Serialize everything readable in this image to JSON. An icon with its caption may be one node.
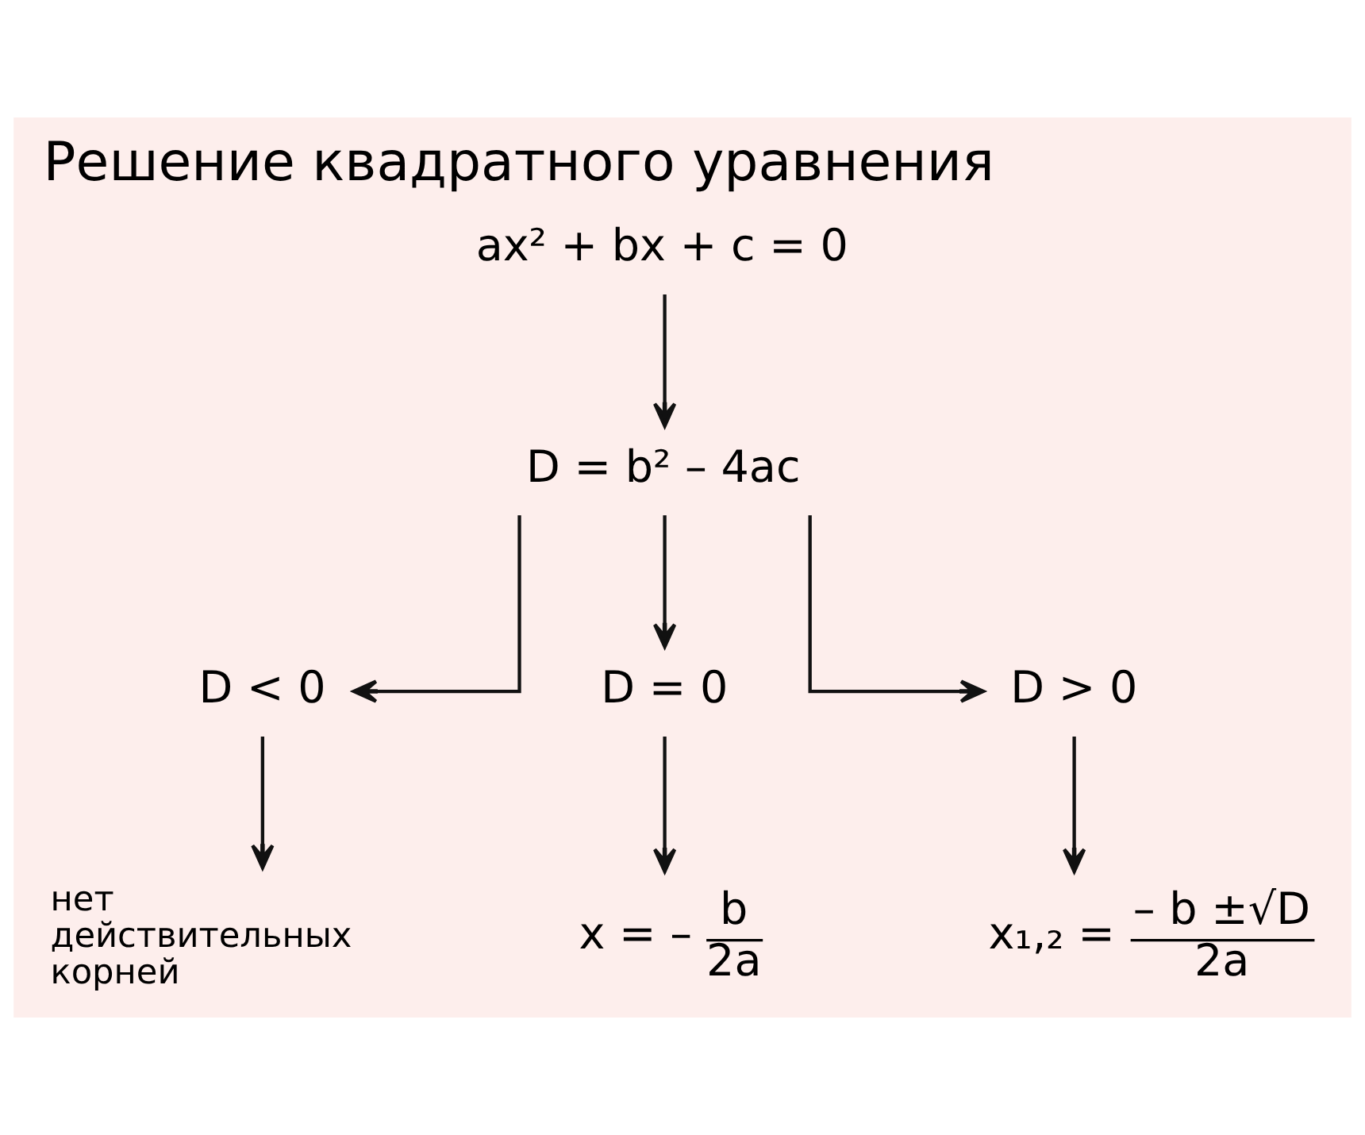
{
  "diagram": {
    "title": "Решение квадратного уравнения",
    "nodes": [
      {
        "text": [
          "ax² + bx + c = 0"
        ]
      },
      {
        "text": [
          "D = b² – 4ac"
        ]
      },
      {
        "text": [
          "D < 0"
        ]
      },
      {
        "text": [
          "D = 0"
        ]
      },
      {
        "text": [
          "D > 0"
        ]
      },
      {
        "text": [
          "нет действительных корней"
        ]
      },
      {
        "text": [
          "x = –",
          "b",
          "2a"
        ]
      },
      {
        "text": [
          "x₁,₂ =",
          "– b ±√D",
          "2a"
        ]
      }
    ],
    "edges": [
      {
        "from": 0,
        "to": 1,
        "arrow": "to"
      },
      {
        "from": 1,
        "to": 2,
        "arrow": "to"
      },
      {
        "from": 1,
        "to": 3,
        "arrow": "to"
      },
      {
        "from": 1,
        "to": 4,
        "arrow": "to"
      },
      {
        "from": 2,
        "to": 5,
        "arrow": "to"
      },
      {
        "from": 3,
        "to": 6,
        "arrow": "to"
      },
      {
        "from": 4,
        "to": 7,
        "arrow": "to"
      }
    ]
  }
}
